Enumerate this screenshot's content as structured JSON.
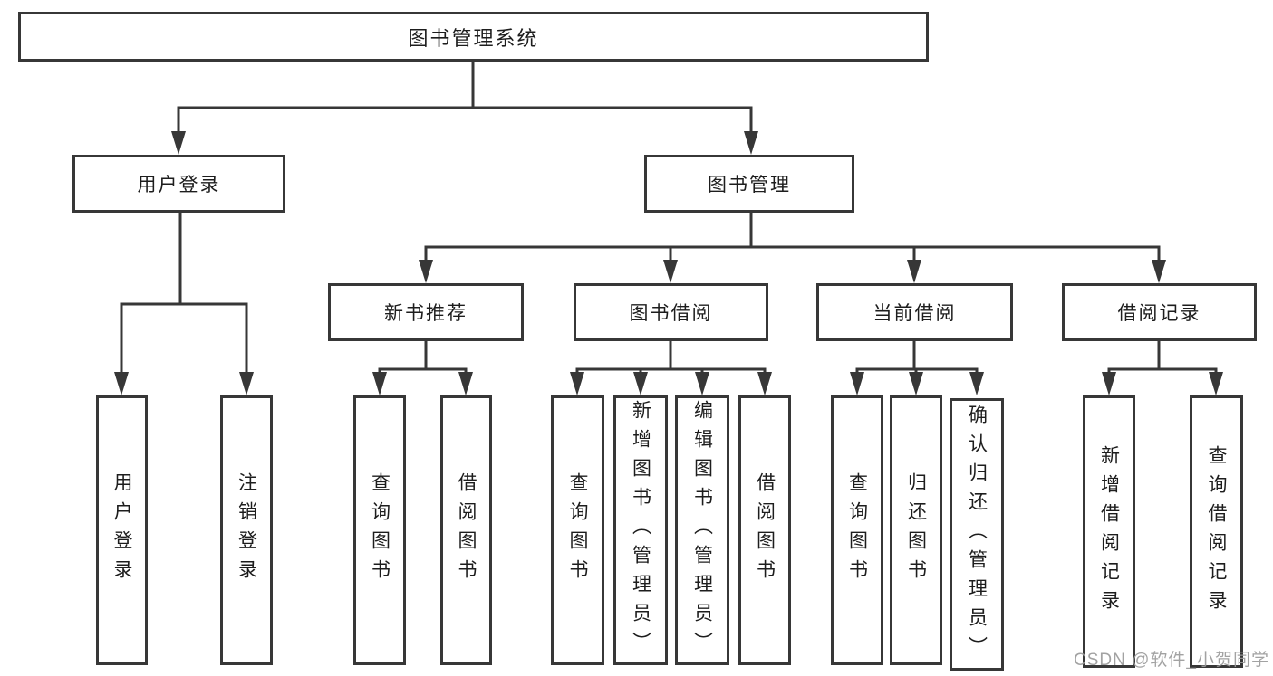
{
  "diagram": {
    "root_label": "图书管理系统",
    "level2_labels": [
      "用户登录",
      "图书管理"
    ],
    "level3_labels": [
      "新书推荐",
      "图书借阅",
      "当前借阅",
      "借阅记录"
    ],
    "leaf_labels": [
      "用户登录",
      "注销登录",
      "查询图书",
      "借阅图书",
      "查询图书",
      "新增图书（管理员）",
      "编辑图书（管理员）",
      "借阅图书",
      "查询图书",
      "归还图书",
      "确认归还（管理员）",
      "新增借阅记录",
      "查询借阅记录"
    ]
  },
  "watermark": "CSDN @软件_小贺同学",
  "colors": {
    "line": "#373737",
    "text": "#1d1d1d",
    "watermark": "#9b9b9b",
    "bg": "#ffffff"
  }
}
